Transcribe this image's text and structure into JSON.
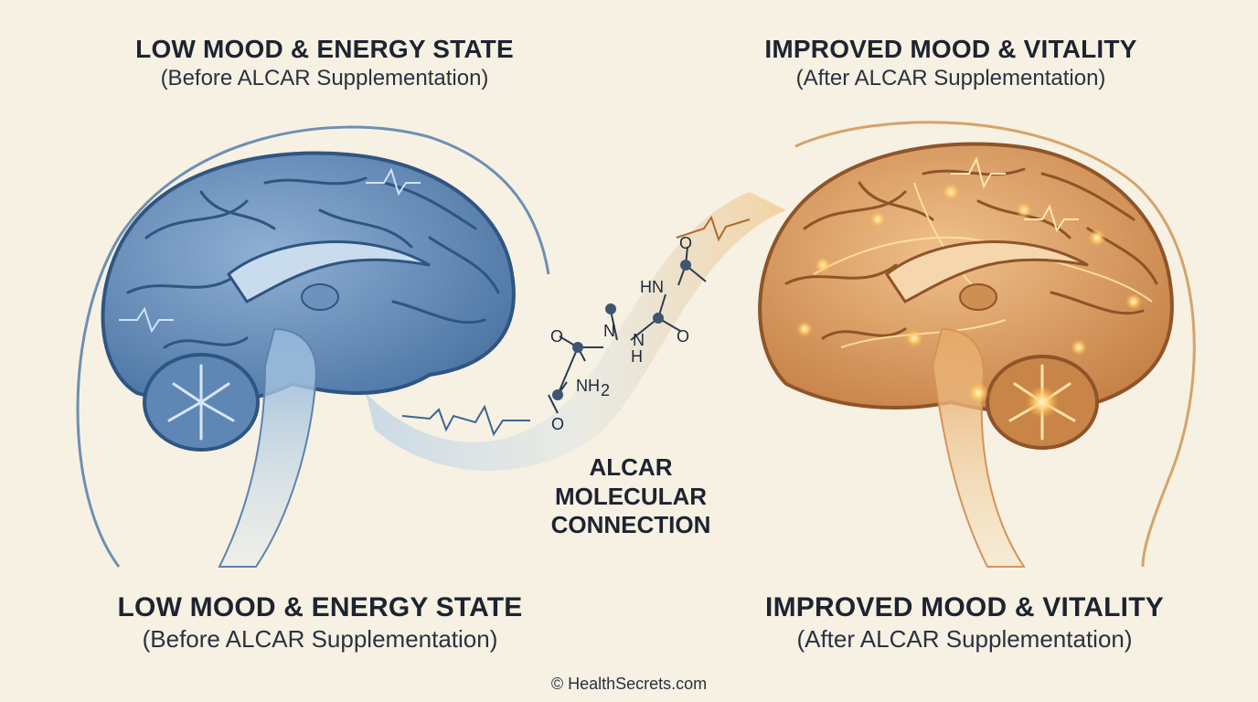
{
  "left_state": {
    "title": "LOW MOOD & ENERGY STATE",
    "subtitle": "(Before ALCAR Supplementation)"
  },
  "right_state": {
    "title": "IMPROVED MOOD & VITALITY",
    "subtitle": "(After ALCAR Supplementation)"
  },
  "bottom_left": {
    "title": "LOW MOOD & ENERGY STATE",
    "subtitle": "(Before ALCAR Supplementation)"
  },
  "bottom_right": {
    "title": "IMPROVED MOOD & VITALITY",
    "subtitle": "(After ALCAR Supplementation)"
  },
  "center": {
    "line1": "ALCAR",
    "line2": "MOLECULAR",
    "line3": "CONNECTION"
  },
  "molecule_labels": {
    "hn": "HN",
    "n1": "N",
    "n2": "N",
    "h": "H",
    "nh2": "NH",
    "sub2": "2",
    "o1": "O",
    "o2": "O",
    "o3": "O"
  },
  "copyright": "© HealthSecrets.com",
  "colors": {
    "background": "#f6f1e3",
    "brain_low": "#5c82b0",
    "brain_low_dark": "#3e6592",
    "brain_high": "#d4945a",
    "brain_high_dark": "#a8673a",
    "glow": "#ffd27a",
    "molecule": "#3e5670"
  },
  "icons": {
    "left_brain": "brain-icon",
    "right_brain": "brain-icon",
    "molecule": "molecule-icon"
  }
}
